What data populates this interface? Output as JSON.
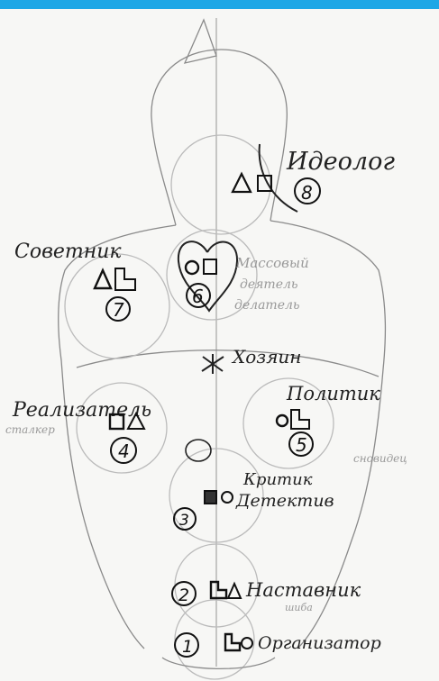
{
  "labels": {
    "ideolog": "Идеолог",
    "sovetnik": "Советник",
    "massovyi": "Массовый",
    "deyatel_1": "деятель",
    "deyatel_2": "делатель",
    "khozyain": "Хозяин",
    "realizator": "Реализатель",
    "stalker": "сталкер",
    "politik": "Политик",
    "snovidets": "сновидец",
    "kritik": "Критик",
    "detektiv": "Детектив",
    "nastavnik": "Наставник",
    "nastavnik_sub": "шиба",
    "organizator": "Организатор"
  },
  "numbers": {
    "n1": "1",
    "n2": "2",
    "n3": "3",
    "n4": "4",
    "n5": "5",
    "n6": "6",
    "n7": "7",
    "n8": "8"
  },
  "colors": {
    "header": "#1ea7e6",
    "paper": "#f7f7f5",
    "ink": "#222222",
    "pencil": "#8a8a8a"
  }
}
